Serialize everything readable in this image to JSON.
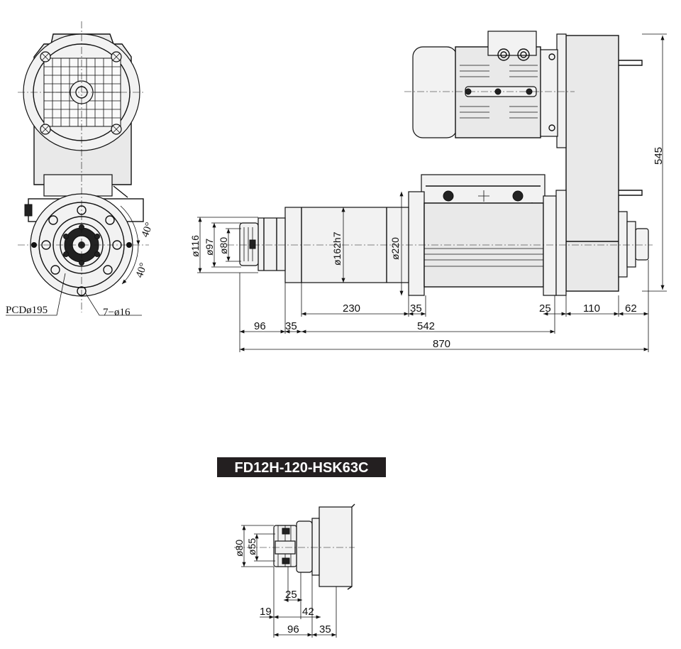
{
  "model_label": "FD12H-120-HSK63C",
  "front_view": {
    "pcd_label": "PCDø195",
    "holes_label": "7−ø16",
    "angle_label_1": "40°",
    "angle_label_2": "40°"
  },
  "side_view": {
    "height_label": "545",
    "dia_labels": [
      "ø116",
      "ø97",
      "ø80",
      "ø162h7",
      "ø220"
    ],
    "row1": [
      "230",
      "35",
      "25",
      "110",
      "62"
    ],
    "row2": [
      "96",
      "35",
      "542"
    ],
    "total": "870"
  },
  "detail_view": {
    "dia_labels": [
      "ø80",
      "ø55"
    ],
    "dims": [
      "25",
      "19",
      "42",
      "96",
      "35"
    ]
  }
}
